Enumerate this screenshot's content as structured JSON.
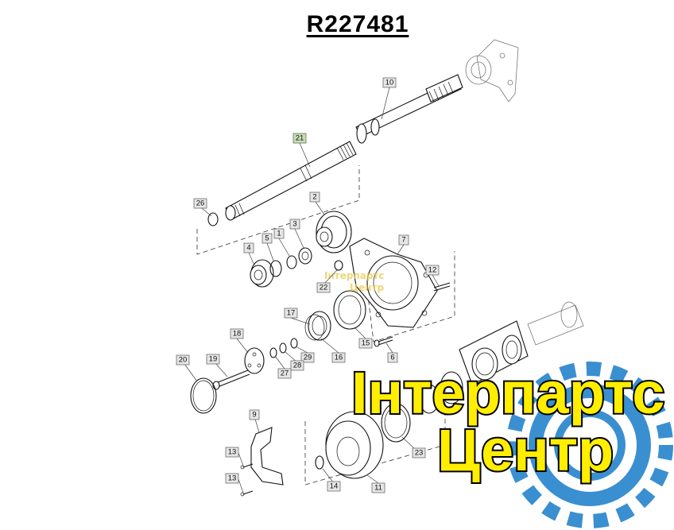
{
  "title": "R227481",
  "callouts": [
    {
      "id": "c10",
      "label": "10"
    },
    {
      "id": "c21",
      "label": "21"
    },
    {
      "id": "c26",
      "label": "26"
    },
    {
      "id": "c2",
      "label": "2"
    },
    {
      "id": "c5",
      "label": "5"
    },
    {
      "id": "c1",
      "label": "1"
    },
    {
      "id": "c3",
      "label": "3"
    },
    {
      "id": "c4",
      "label": "4"
    },
    {
      "id": "c7",
      "label": "7"
    },
    {
      "id": "c12",
      "label": "12"
    },
    {
      "id": "c22",
      "label": "22"
    },
    {
      "id": "c17",
      "label": "17"
    },
    {
      "id": "c18",
      "label": "18"
    },
    {
      "id": "c16",
      "label": "16"
    },
    {
      "id": "c15",
      "label": "15"
    },
    {
      "id": "c6",
      "label": "6"
    },
    {
      "id": "c29",
      "label": "29"
    },
    {
      "id": "c28",
      "label": "28"
    },
    {
      "id": "c27",
      "label": "27"
    },
    {
      "id": "c20",
      "label": "20"
    },
    {
      "id": "c19",
      "label": "19"
    },
    {
      "id": "c9",
      "label": "9"
    },
    {
      "id": "c13a",
      "label": "13"
    },
    {
      "id": "c13b",
      "label": "13"
    },
    {
      "id": "c23",
      "label": "23"
    },
    {
      "id": "c14",
      "label": "14"
    },
    {
      "id": "c11",
      "label": "11"
    }
  ],
  "watermark": {
    "line1": "Інтерпартс",
    "line2": "Центр",
    "small_line1": "Інтерпартс",
    "small_line2": "Центр",
    "text_color": "#ffee00",
    "gear_color": "#3a8fd1"
  },
  "colors": {
    "callout_fill": "#e6e6e6",
    "callout_highlight": "#c9dbb8"
  }
}
